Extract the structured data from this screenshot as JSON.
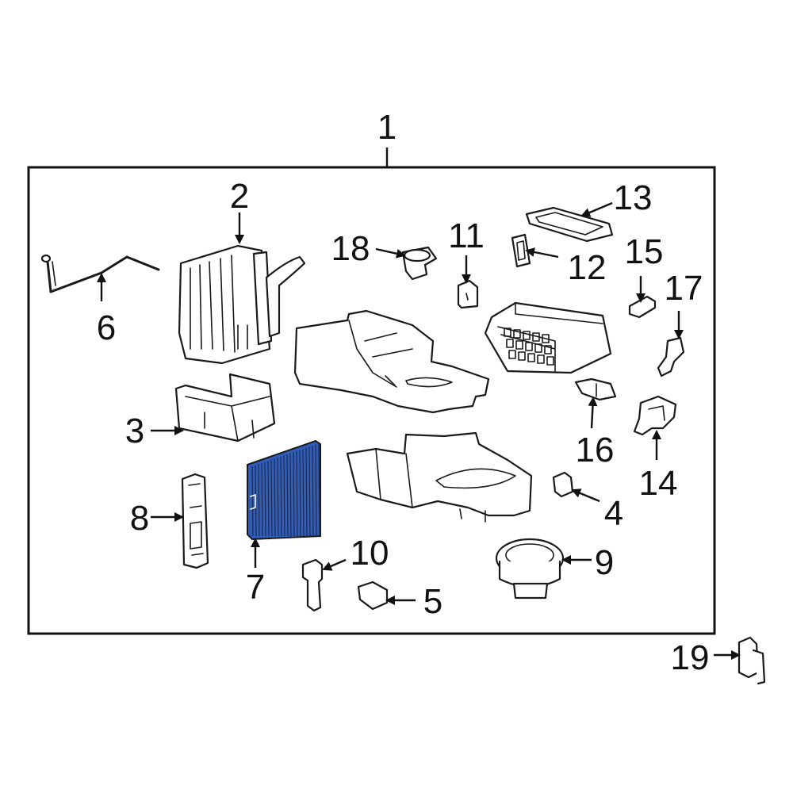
{
  "diagram": {
    "highlight_color": "#2f5db8",
    "line_color": "#1a1a1a",
    "callouts": {
      "c1": "1",
      "c2": "2",
      "c3": "3",
      "c4": "4",
      "c5": "5",
      "c6": "6",
      "c7": "7",
      "c8": "8",
      "c9": "9",
      "c10": "10",
      "c11": "11",
      "c12": "12",
      "c13": "13",
      "c14": "14",
      "c15": "15",
      "c16": "16",
      "c17": "17",
      "c18": "18",
      "c19": "19"
    }
  }
}
